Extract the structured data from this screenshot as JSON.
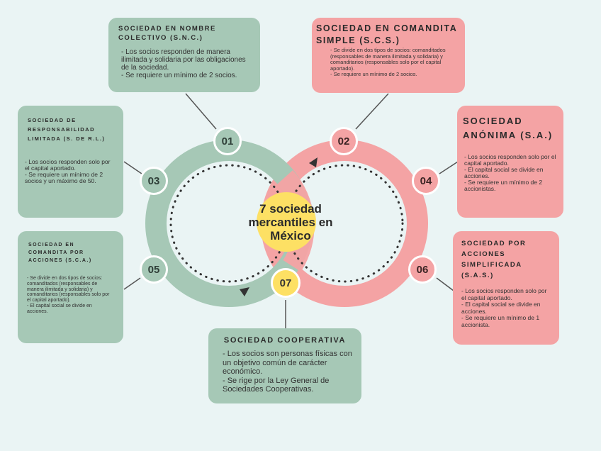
{
  "center": {
    "title": "7 sociedad mercantiles en México"
  },
  "numbers": [
    "01",
    "02",
    "03",
    "04",
    "05",
    "06",
    "07"
  ],
  "cards": {
    "snc": {
      "title": "SOCIEDAD EN NOMBRE COLECTIVO (S.N.C.)",
      "lines": [
        "- Los socios responden de manera ilimitada y solidaria por las obligaciones de la sociedad.",
        "- Se requiere un mínimo de 2 socios."
      ]
    },
    "scs": {
      "title": "SOCIEDAD EN COMANDITA SIMPLE (S.C.S.)",
      "lines": [
        "- Se divide en dos tipos de socios: comanditados (responsables de manera ilimitada y solidaria) y comanditarios (responsables solo por el capital aportado).",
        "- Se requiere un mínimo de 2 socios."
      ]
    },
    "srl": {
      "title": "SOCIEDAD DE RESPONSABILIDAD LIMITADA (S. DE R.L.)",
      "lines": [
        "- Los socios responden solo por el capital aportado.",
        "- Se requiere un mínimo de 2 socios y un máximo de 50."
      ]
    },
    "sa": {
      "title": "SOCIEDAD ANÓNIMA (S.A.)",
      "lines": [
        "- Los socios responden solo por el capital aportado.",
        "- El capital social se divide en acciones.",
        "- Se requiere un mínimo de 2 accionistas."
      ]
    },
    "sca": {
      "title": "SOCIEDAD EN COMANDITA POR ACCIONES (S.C.A.)",
      "lines": [
        "- Se divide en dos tipos de socios: comanditados (responsables de manera ilimitada y solidaria) y comanditarios (responsables solo por el capital aportado).",
        "- El capital social se divide en acciones."
      ]
    },
    "sas": {
      "title": "SOCIEDAD POR ACCIONES SIMPLIFICADA (S.A.S.)",
      "lines": [
        "- Los socios responden solo por el capital aportado.",
        "- El capital social se divide en acciones.",
        "- Se requiere un mínimo de 1 accionista."
      ]
    },
    "coop": {
      "title": "SOCIEDAD COOPERATIVA",
      "lines": [
        "- Los socios son personas físicas con un objetivo común de carácter económico.",
        "- Se rige por la Ley General de Sociedades Cooperativas."
      ]
    }
  },
  "colors": {
    "green": "#a6c8b6",
    "pink": "#f4a3a4",
    "yellow": "#fde064",
    "background": "#eaf4f4"
  }
}
